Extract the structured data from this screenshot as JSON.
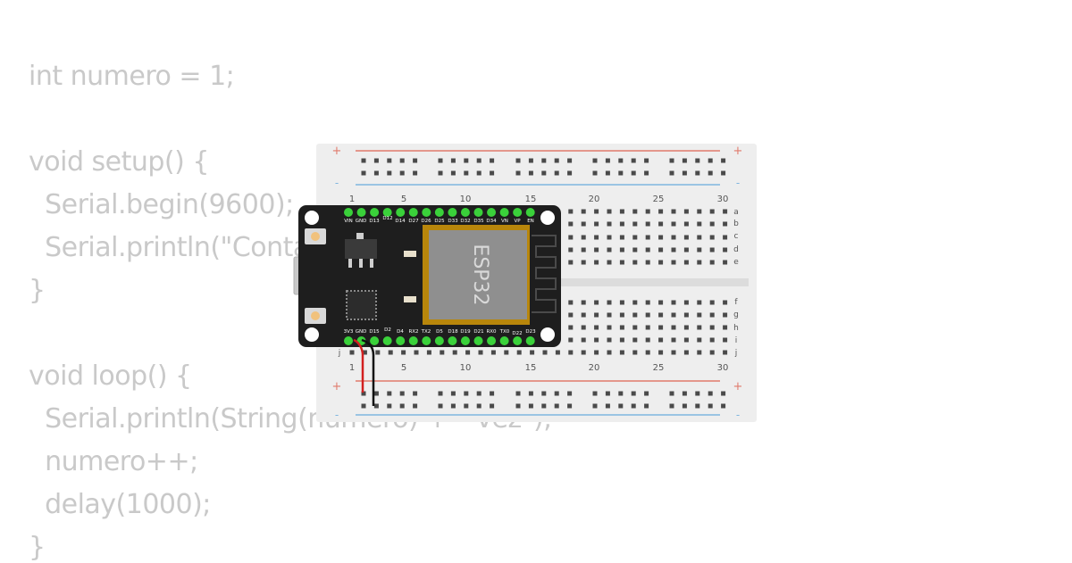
{
  "code": {
    "lines": [
      "int numero = 1;",
      "",
      "void setup() {",
      "  Serial.begin(9600);",
      "  Serial.println(\"Contando\");",
      "}",
      "",
      "void loop() {",
      "  Serial.println(String(numero) + \" vez\");",
      "  numero++;",
      "  delay(1000);",
      "}"
    ]
  },
  "breadboard": {
    "column_numbers": [
      "1",
      "5",
      "10",
      "15",
      "20",
      "25",
      "30"
    ],
    "rows_top": [
      "a",
      "b",
      "c",
      "d",
      "e"
    ],
    "rows_bottom": [
      "f",
      "g",
      "h",
      "i",
      "j"
    ],
    "rail_plus": "+",
    "rail_minus": "-"
  },
  "esp32": {
    "chip_label": "ESP32",
    "top_pins": [
      "VIN",
      "GND",
      "D13",
      "D12",
      "D14",
      "D27",
      "D26",
      "D25",
      "D33",
      "D32",
      "D35",
      "D34",
      "VN",
      "VP",
      "EN"
    ],
    "bottom_pins": [
      "3V3",
      "GND",
      "D15",
      "D2",
      "D4",
      "RX2",
      "TX2",
      "D5",
      "D18",
      "D19",
      "D21",
      "RX0",
      "TX0",
      "D22",
      "D23"
    ]
  },
  "colors": {
    "code_text": "#c9c9c9",
    "breadboard": "#eeeeee",
    "rail_red": "#e07a6c",
    "rail_blue": "#7fb6df",
    "board": "#1e1e1e",
    "pin_green": "#3ad13a",
    "chip": "#8f8f8f",
    "wire_red": "#d21f1f",
    "wire_black": "#111111"
  }
}
